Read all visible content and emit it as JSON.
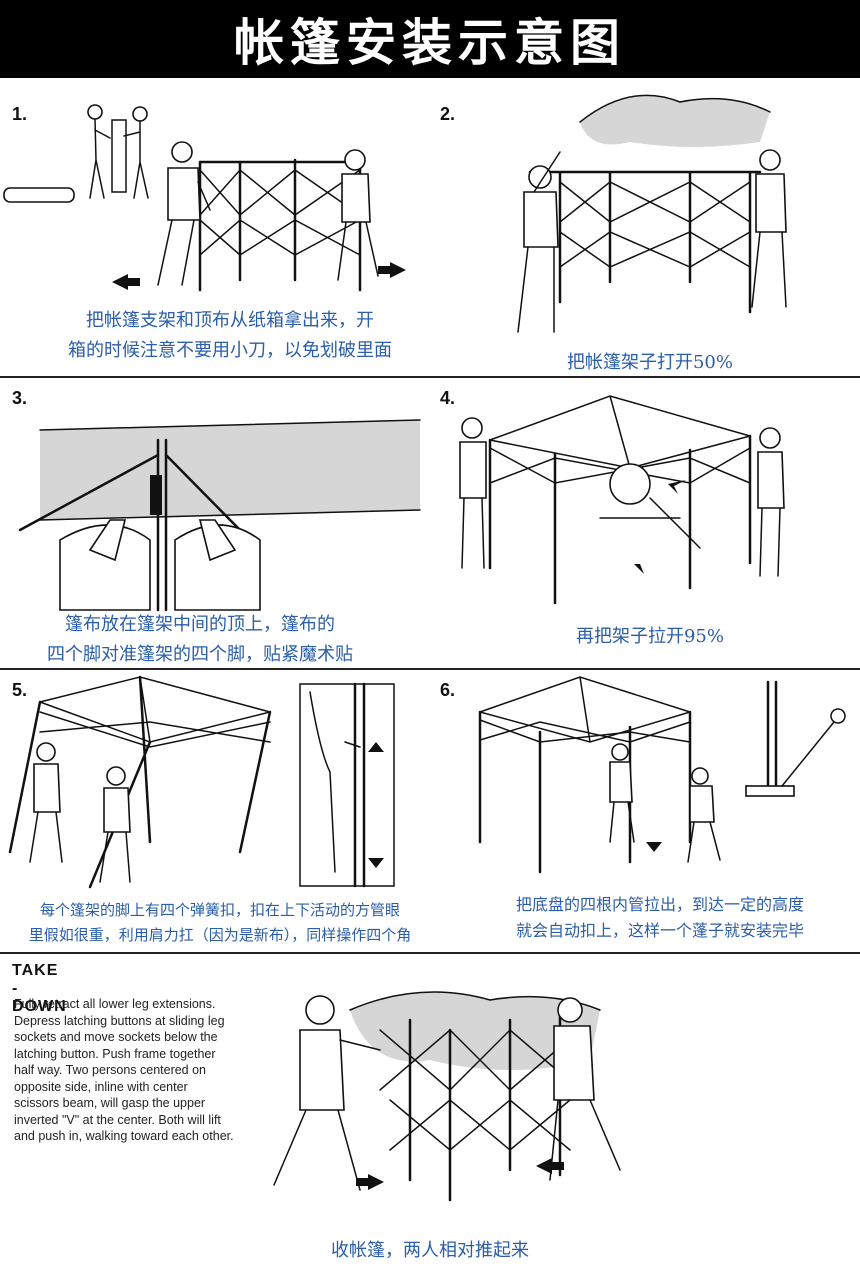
{
  "header": {
    "title": "帐篷安装示意图"
  },
  "steps": [
    {
      "num": "1.",
      "caption_lines": [
        "把帐篷支架和顶布从纸箱拿出来，开",
        "箱的时候注意不要用小刀，以免划破里面"
      ]
    },
    {
      "num": "2.",
      "caption_lines": [
        "把帐篷架子打开50%"
      ]
    },
    {
      "num": "3.",
      "caption_lines": [
        "篷布放在篷架中间的顶上，篷布的",
        "四个脚对准篷架的四个脚，贴紧魔术贴"
      ]
    },
    {
      "num": "4.",
      "caption_lines": [
        "再把架子拉开95%"
      ]
    },
    {
      "num": "5.",
      "caption_lines": [
        "每个篷架的脚上有四个弹簧扣，扣在上下活动的方管眼",
        "里假如很重，利用肩力扛（因为是新布），同样操作四个角"
      ]
    },
    {
      "num": "6.",
      "caption_lines": [
        "把底盘的四根内管拉出，到达一定的高度",
        "就会自动扣上，这样一个蓬子就安装完毕"
      ]
    }
  ],
  "takedown": {
    "title": "TAKE - DOWN",
    "text": "Fully retract all lower leg extensions. Depress latching buttons at sliding leg sockets and move sockets below the latching button. Push frame together half way. Two persons centered on opposite side, inline with center scissors beam, will gasp the upper inverted \"V\" at the center. Both will lift and push in, walking toward each other.",
    "caption": "收帐篷，两人相对推起来"
  },
  "colors": {
    "caption": "#2a5ea8",
    "header_bg": "#000000"
  }
}
